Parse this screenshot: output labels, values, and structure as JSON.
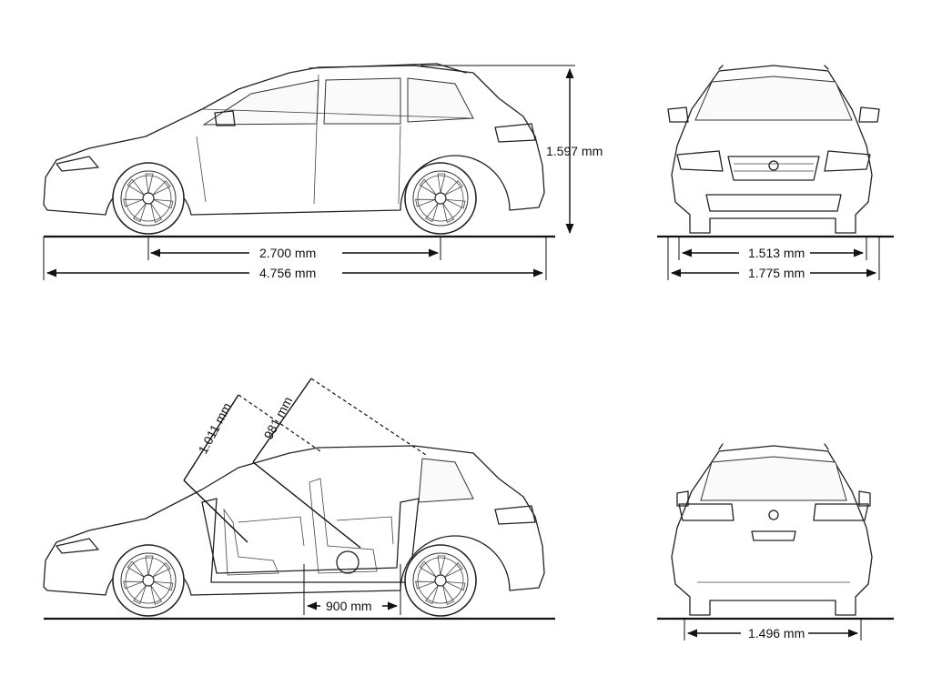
{
  "views": {
    "side": {
      "height_label": "1.597 mm",
      "wheelbase_label": "2.700 mm",
      "length_label": "4.756 mm"
    },
    "front": {
      "track_label": "1.513 mm",
      "width_label": "1.775 mm"
    },
    "interior": {
      "front_headroom_label": "1.011 mm",
      "rear_headroom_label": "981 mm",
      "legroom_label": "900 mm"
    },
    "rear": {
      "track_label": "1.496 mm"
    }
  },
  "colors": {
    "line": "#222222",
    "background": "#ffffff"
  }
}
